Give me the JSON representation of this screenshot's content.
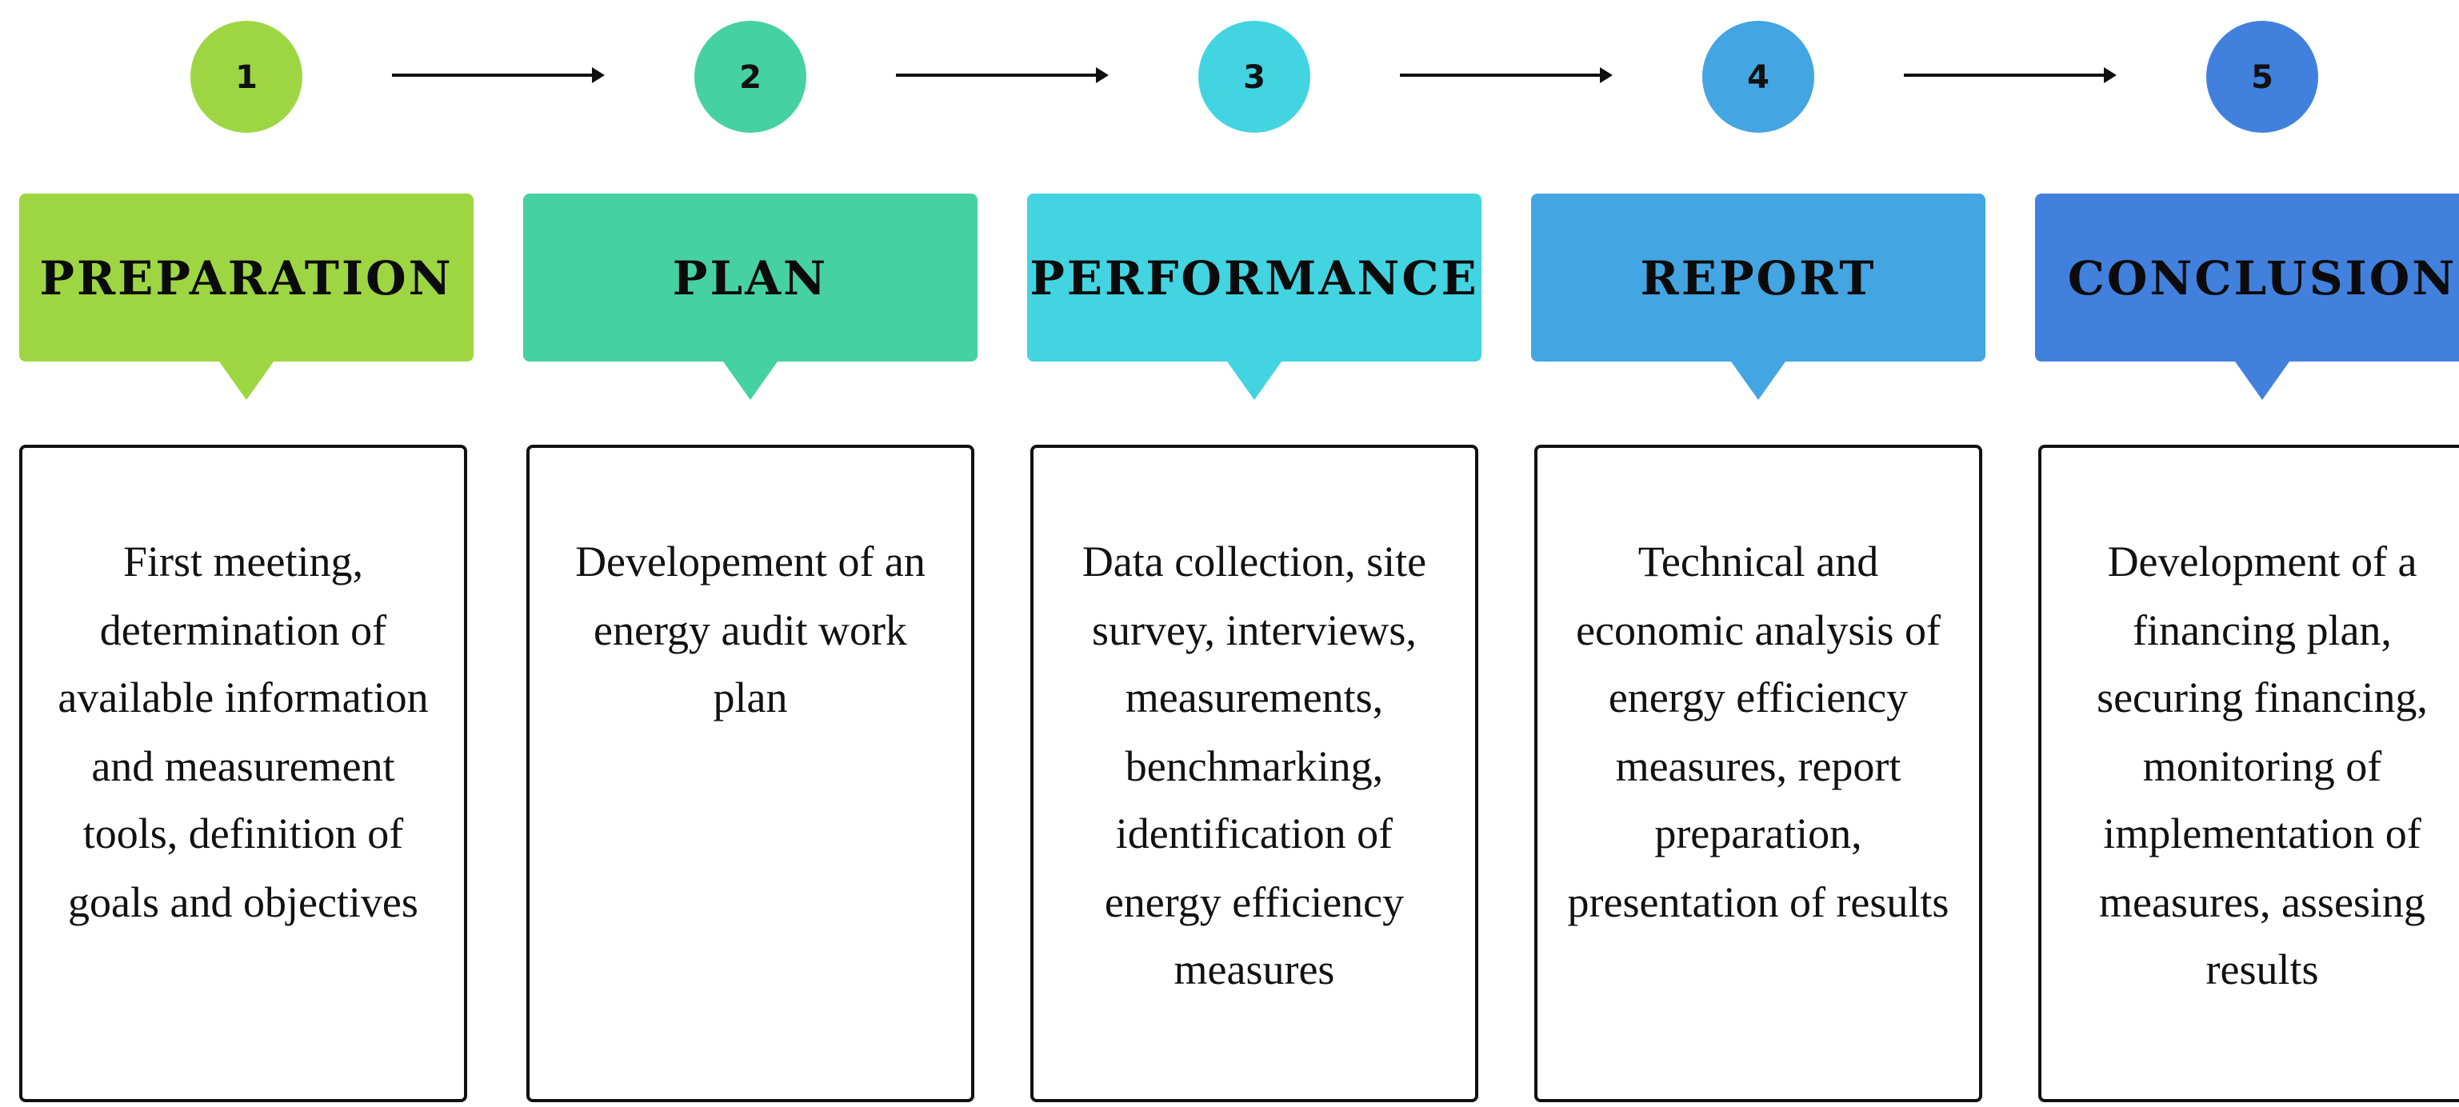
{
  "steps": [
    {
      "number": "1",
      "title": "PREPARATION",
      "description": "First meeting, determination of available information and measurement tools, definition of goals and objectives",
      "color": "#9dd642"
    },
    {
      "number": "2",
      "title": "PLAN",
      "description": "Developement of an energy audit work plan",
      "color": "#46d1a2"
    },
    {
      "number": "3",
      "title": "PERFORMANCE",
      "description": "Data collection, site survey, interviews, measurements, benchmarking, identification of energy efficiency measures",
      "color": "#42d4e1"
    },
    {
      "number": "4",
      "title": "REPORT",
      "description": "Technical and economic analysis of energy efficiency measures, report preparation, presentation of results",
      "color": "#43a5e1"
    },
    {
      "number": "5",
      "title": "CONCLUSION",
      "description": "Development of a financing plan, securing financing, monitoring of implementation of measures, assesing results",
      "color": "#4181dd"
    }
  ]
}
